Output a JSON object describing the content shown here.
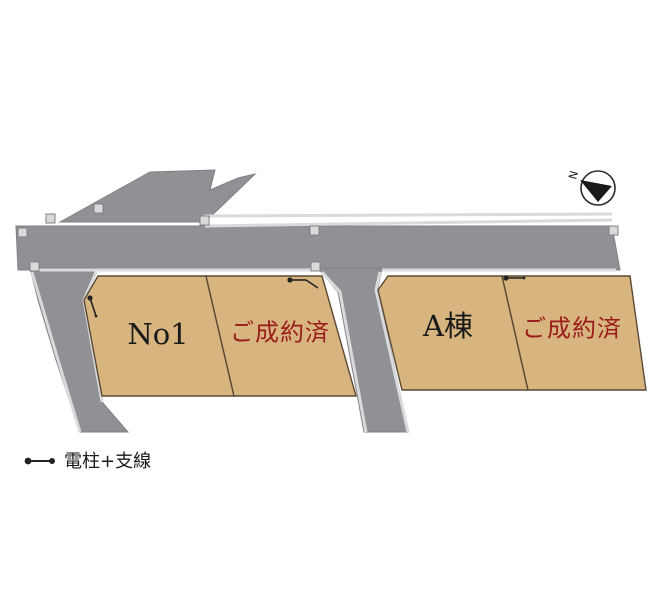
{
  "map": {
    "colors": {
      "road": "#8f9194",
      "road_dark": "#7f8184",
      "curb": "#d9dadc",
      "sidewalk_edge": "#eef0f1",
      "lot": "#d8b57f",
      "lot_edge": "#5a4a35",
      "sold_text": "#9a1c1c",
      "label_text": "#1a1a1a",
      "pole": "#222222"
    },
    "lots": [
      {
        "id": "no1",
        "label": "No1",
        "status": "available"
      },
      {
        "id": "lot2",
        "label": "ご成約済",
        "status": "sold"
      },
      {
        "id": "lot-a",
        "label": "A棟",
        "status": "available"
      },
      {
        "id": "lot4",
        "label": "ご成約済",
        "status": "sold"
      }
    ],
    "compass": {
      "icon": "north-arrow-icon",
      "letter": "N"
    },
    "legend": {
      "icon": "utility-pole-guy-wire-icon",
      "label": "電柱+支線"
    }
  }
}
